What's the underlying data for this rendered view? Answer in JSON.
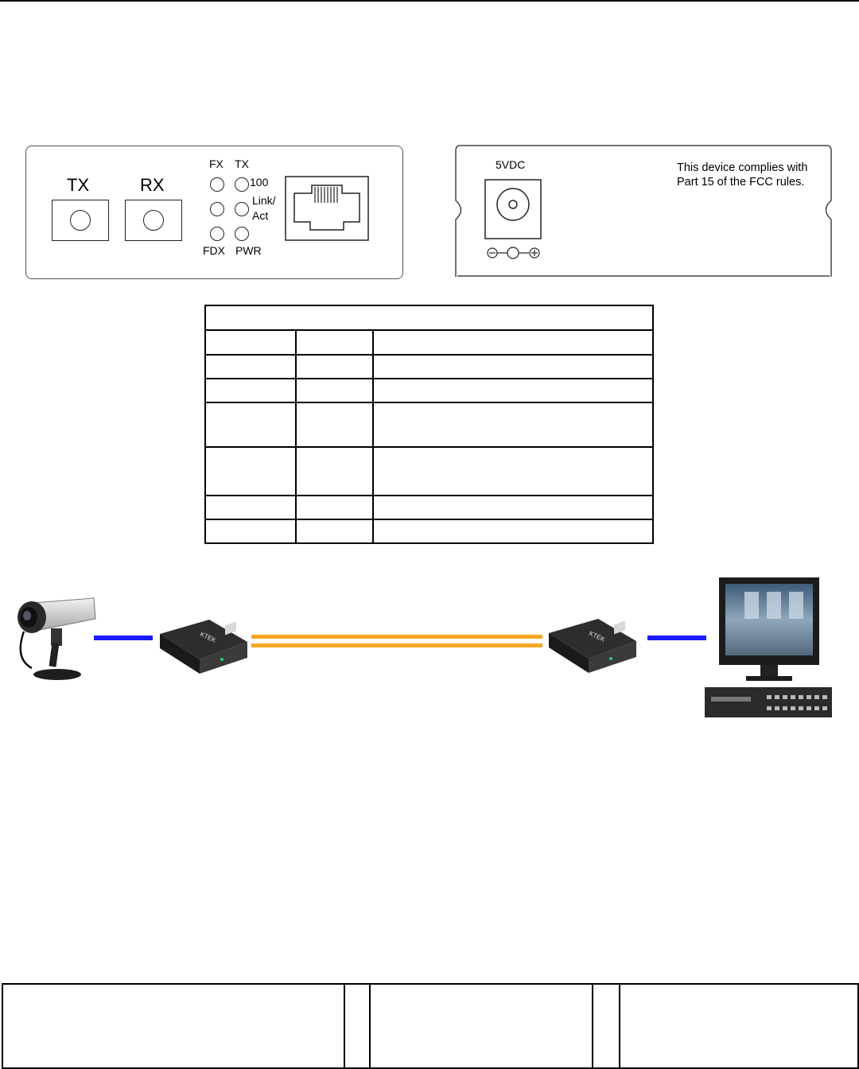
{
  "front_panel": {
    "port_tx_label": "TX",
    "port_rx_label": "RX",
    "led_header_fx": "FX",
    "led_header_tx": "TX",
    "led_100_label": "100",
    "led_link_label_line1": "Link/",
    "led_link_label_line2": "Act",
    "led_fdx_label": "FDX",
    "led_pwr_label": "PWR"
  },
  "rear_panel": {
    "power_label": "5VDC",
    "fcc_line1": "This device complies with",
    "fcc_line2": "Part 15 of the FCC rules.",
    "polarity_minus": "−",
    "polarity_plus": "+"
  },
  "table": {
    "rows": 7
  },
  "diagram": {
    "devices": [
      "ip-camera",
      "media-converter",
      "media-converter",
      "monitor-and-dvr"
    ],
    "converter_brand": "KTEK",
    "colors": {
      "copper_link": "#1a1aff",
      "fiber_link": "#f5a623"
    }
  }
}
